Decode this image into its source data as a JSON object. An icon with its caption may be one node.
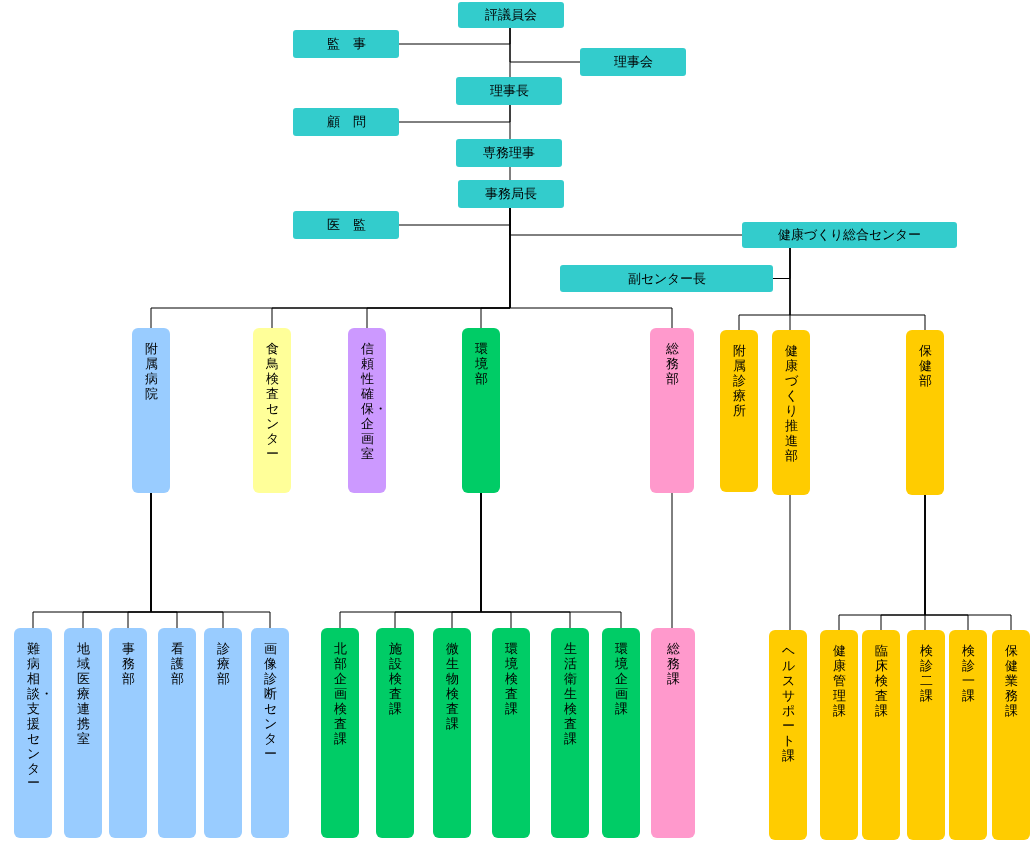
{
  "diagram": {
    "nodes": [
      {
        "text": [
          "評議員会"
        ]
      },
      {
        "text": [
          "監　事"
        ]
      },
      {
        "text": [
          "理事会"
        ]
      },
      {
        "text": [
          "理事長"
        ]
      },
      {
        "text": [
          "顧　問"
        ]
      },
      {
        "text": [
          "専務理事"
        ]
      },
      {
        "text": [
          "事務局長"
        ]
      },
      {
        "text": [
          "医　監"
        ]
      },
      {
        "text": [
          "健康づくり総合センター"
        ]
      },
      {
        "text": [
          "副センター長"
        ]
      },
      {
        "text": [
          "附属病院"
        ]
      },
      {
        "text": [
          "食鳥検査センター"
        ]
      },
      {
        "text": [
          "信頼性確保・企画室"
        ]
      },
      {
        "text": [
          "環境部"
        ]
      },
      {
        "text": [
          "総務部"
        ]
      },
      {
        "text": [
          "附属診療所"
        ]
      },
      {
        "text": [
          "健康づくり推進部"
        ]
      },
      {
        "text": [
          "保健部"
        ]
      },
      {
        "text": [
          "難病相談・支援センター"
        ]
      },
      {
        "text": [
          "地域医療連携室"
        ]
      },
      {
        "text": [
          "事務部"
        ]
      },
      {
        "text": [
          "看護部"
        ]
      },
      {
        "text": [
          "診療部"
        ]
      },
      {
        "text": [
          "画像診断センター"
        ]
      },
      {
        "text": [
          "北部企画検査課"
        ]
      },
      {
        "text": [
          "施設検査課"
        ]
      },
      {
        "text": [
          "微生物検査課"
        ]
      },
      {
        "text": [
          "環境検査課"
        ]
      },
      {
        "text": [
          "生活衛生検査課"
        ]
      },
      {
        "text": [
          "環境企画課"
        ]
      },
      {
        "text": [
          "総務課"
        ]
      },
      {
        "text": [
          "ヘルスサポート課"
        ]
      },
      {
        "text": [
          "健康管理課"
        ]
      },
      {
        "text": [
          "臨床検査課"
        ]
      },
      {
        "text": [
          "検診二課"
        ]
      },
      {
        "text": [
          "検診一課"
        ]
      },
      {
        "text": [
          "保健業務課"
        ]
      }
    ],
    "edges": [
      {
        "from": 0,
        "to": 1,
        "arrow": "none"
      },
      {
        "from": 0,
        "to": 2,
        "arrow": "none"
      },
      {
        "from": 0,
        "to": 3,
        "arrow": "none"
      },
      {
        "from": 3,
        "to": 4,
        "arrow": "none"
      },
      {
        "from": 3,
        "to": 5,
        "arrow": "none"
      },
      {
        "from": 5,
        "to": 6,
        "arrow": "none"
      },
      {
        "from": 6,
        "to": 7,
        "arrow": "none"
      },
      {
        "from": 6,
        "to": 8,
        "arrow": "none"
      },
      {
        "from": 6,
        "to": 10,
        "arrow": "none"
      },
      {
        "from": 6,
        "to": 11,
        "arrow": "none"
      },
      {
        "from": 6,
        "to": 12,
        "arrow": "none"
      },
      {
        "from": 6,
        "to": 13,
        "arrow": "none"
      },
      {
        "from": 6,
        "to": 14,
        "arrow": "none"
      },
      {
        "from": 8,
        "to": 9,
        "arrow": "none"
      },
      {
        "from": 8,
        "to": 15,
        "arrow": "none"
      },
      {
        "from": 8,
        "to": 16,
        "arrow": "none"
      },
      {
        "from": 8,
        "to": 17,
        "arrow": "none"
      },
      {
        "from": 10,
        "to": 18,
        "arrow": "none"
      },
      {
        "from": 10,
        "to": 19,
        "arrow": "none"
      },
      {
        "from": 10,
        "to": 20,
        "arrow": "none"
      },
      {
        "from": 10,
        "to": 21,
        "arrow": "none"
      },
      {
        "from": 10,
        "to": 22,
        "arrow": "none"
      },
      {
        "from": 10,
        "to": 23,
        "arrow": "none"
      },
      {
        "from": 13,
        "to": 24,
        "arrow": "none"
      },
      {
        "from": 13,
        "to": 25,
        "arrow": "none"
      },
      {
        "from": 13,
        "to": 26,
        "arrow": "none"
      },
      {
        "from": 13,
        "to": 27,
        "arrow": "none"
      },
      {
        "from": 13,
        "to": 28,
        "arrow": "none"
      },
      {
        "from": 13,
        "to": 29,
        "arrow": "none"
      },
      {
        "from": 14,
        "to": 30,
        "arrow": "none"
      },
      {
        "from": 16,
        "to": 31,
        "arrow": "none"
      },
      {
        "from": 17,
        "to": 32,
        "arrow": "none"
      },
      {
        "from": 17,
        "to": 33,
        "arrow": "none"
      },
      {
        "from": 17,
        "to": 34,
        "arrow": "none"
      },
      {
        "from": 17,
        "to": 35,
        "arrow": "none"
      },
      {
        "from": 17,
        "to": 36,
        "arrow": "none"
      }
    ]
  }
}
